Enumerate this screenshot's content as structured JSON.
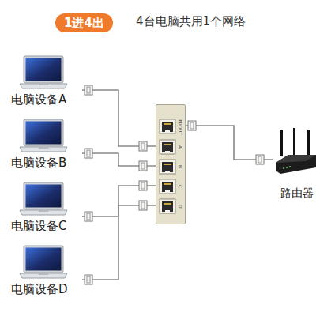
{
  "diagram": {
    "nodes": [
      {
        "text": [
          "1进4出"
        ]
      },
      {
        "text": [
          "电脑设备A"
        ]
      },
      {
        "text": [
          "电脑设备B"
        ]
      },
      {
        "text": [
          "电脑设备C"
        ]
      },
      {
        "text": [
          "电脑设备D"
        ]
      },
      {
        "text": [
          "IN/OUT",
          "A",
          "B",
          "C",
          "D"
        ]
      },
      {
        "text": [
          "路由器"
        ]
      }
    ],
    "edges": [
      {
        "from": 1,
        "to": 5,
        "arrow": "none"
      },
      {
        "from": 2,
        "to": 5,
        "arrow": "none"
      },
      {
        "from": 3,
        "to": 5,
        "arrow": "none"
      },
      {
        "from": 4,
        "to": 5,
        "arrow": "none"
      },
      {
        "from": 5,
        "to": 6,
        "arrow": "none"
      }
    ],
    "labels": [
      "4台电脑共用1个网络"
    ]
  }
}
